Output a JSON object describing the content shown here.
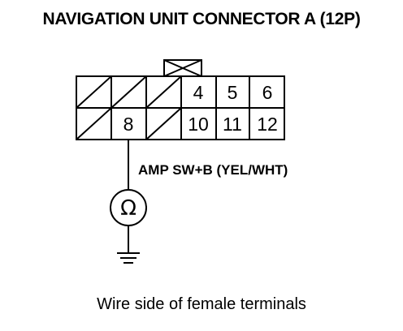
{
  "title": "NAVIGATION UNIT CONNECTOR A (12P)",
  "connector": {
    "pins": [
      "4",
      "5",
      "6",
      "8",
      "10",
      "11",
      "12"
    ]
  },
  "wire_label": "AMP SW+B (YEL/WHT)",
  "meter_symbol": "Ω",
  "caption": "Wire side of female terminals",
  "icons": [
    "ohmmeter-icon",
    "ground-icon",
    "connector-lock-icon"
  ]
}
